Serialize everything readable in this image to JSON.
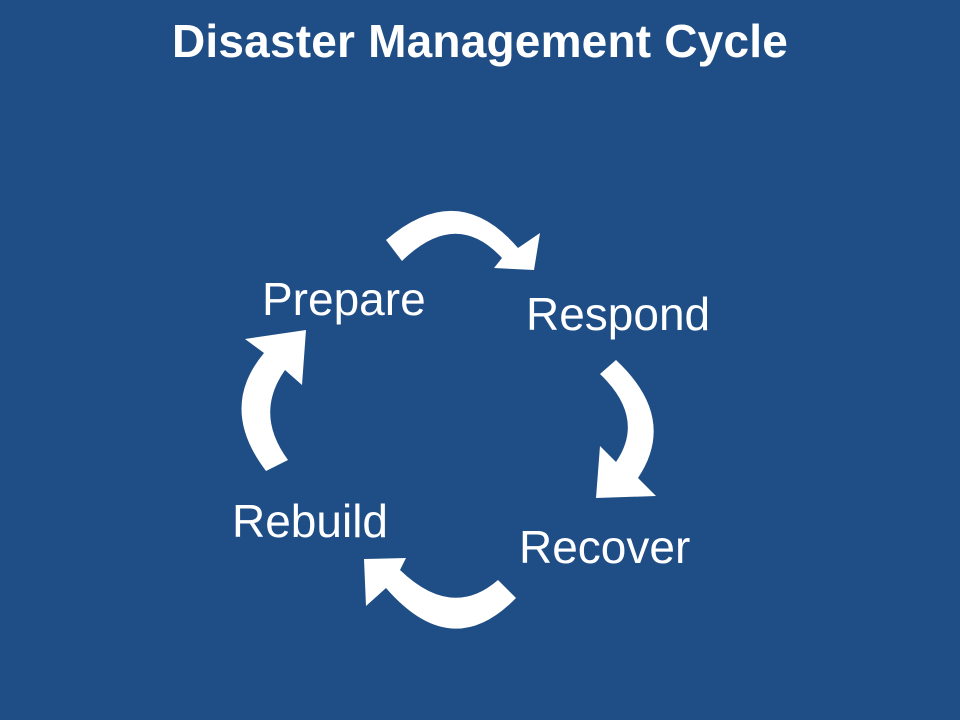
{
  "title": "Disaster Management Cycle",
  "steps": [
    {
      "label": "Prepare"
    },
    {
      "label": "Respond"
    },
    {
      "label": "Recover"
    },
    {
      "label": "Rebuild"
    }
  ],
  "colors": {
    "background": "#1f4e86",
    "foreground": "#ffffff"
  },
  "icons": [
    "curved-arrow-icon"
  ]
}
